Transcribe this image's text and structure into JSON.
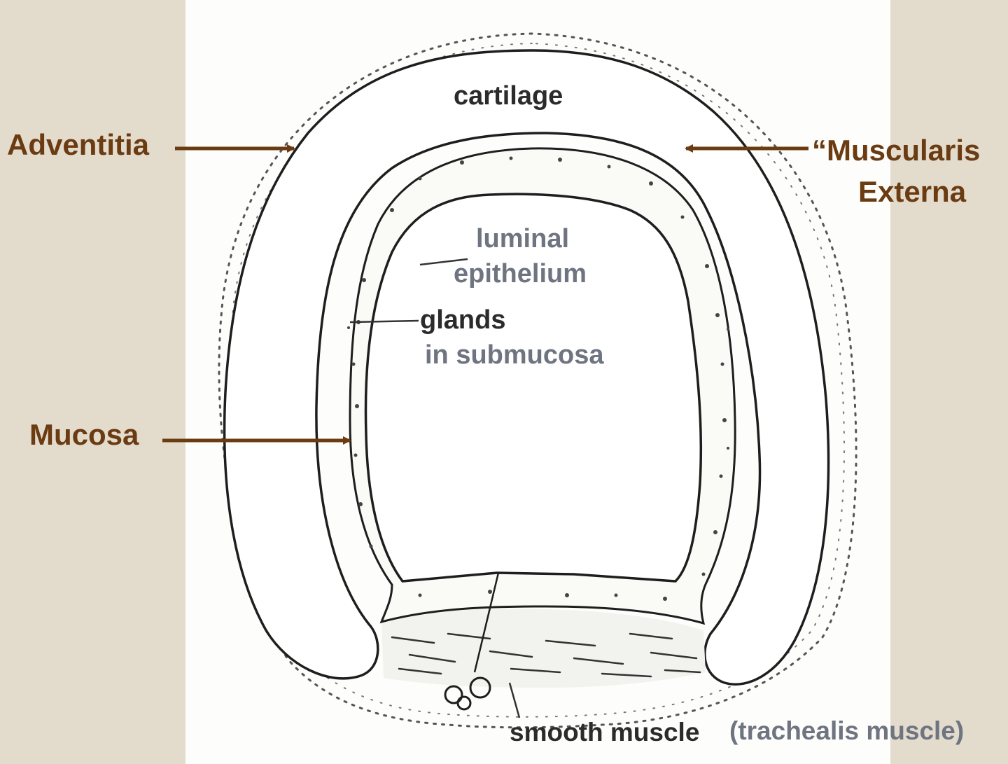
{
  "layers": {
    "adventitia": "Adventitia",
    "muscularis_line1": "“Muscularis",
    "muscularis_line2": "Externa",
    "mucosa": "Mucosa"
  },
  "structures": {
    "cartilage": "cartilage",
    "luminal_line1": "luminal",
    "luminal_line2": "epithelium",
    "glands_line1": "glands",
    "glands_line2": "in submucosa",
    "smooth_muscle": "smooth muscle",
    "trachealis": "(trachealis muscle)"
  },
  "colors": {
    "layer_label": "#6b3b12",
    "arrow": "#6b3b12",
    "structure_label": "#2b2b2b",
    "secondary_label": "#6e7480",
    "outline": "#1e1e1e",
    "paper": "#fdfdfb",
    "frame": "#e3dccd"
  }
}
